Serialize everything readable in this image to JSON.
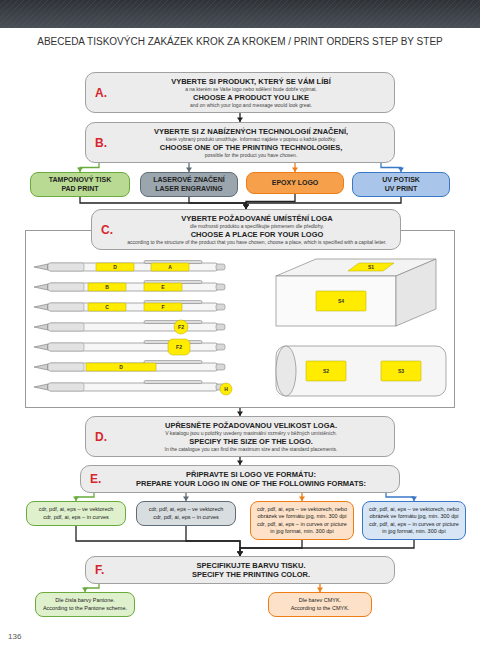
{
  "diagram": {
    "title": "ABECEDA TISKOVÝCH ZAKÁZEK KROK ZA KROKEM / PRINT ORDERS STEP BY STEP",
    "nodes": [
      {
        "text": [
          "A.",
          "VYBERTE SI PRODUKT, KTERÝ SE VÁM LÍBÍ",
          "a na kterém se Vaše logo nebo sdělení bude dobře vyjímat.",
          "CHOOSE A PRODUCT YOU LIKE",
          "and on which your logo and message would look great."
        ]
      },
      {
        "text": [
          "B.",
          "VYBERTE SI Z NABÍZENÝCH TECHNOLOGIÍ ZNAČENÍ,",
          "které vybraný produkt umožňuje. Informaci najdete v popisu u každé položky.",
          "CHOOSE ONE OF THE PRINTING TECHNOLOGIES,",
          "possible for the product you have chosen."
        ]
      },
      {
        "text": [
          "TAMPONOVÝ TISK",
          "PAD PRINT"
        ]
      },
      {
        "text": [
          "LASEROVÉ ZNAČENÍ",
          "LASER ENGRAVING"
        ]
      },
      {
        "text": [
          "EPOXY LOGO"
        ]
      },
      {
        "text": [
          "UV POTISK",
          "UV PRINT"
        ]
      },
      {
        "text": [
          "D",
          "A",
          "B",
          "E",
          "C",
          "F",
          "F2",
          "F2",
          "D",
          "H",
          "S1",
          "S4",
          "S2",
          "S3"
        ]
      },
      {
        "text": [
          "C.",
          "VYBERTE POŽADOVANÉ UMÍSTĚNÍ LOGA",
          "dle možností produktu a specifikujte písmenem dle předlohy.",
          "CHOOSE A PLACE FOR YOUR LOGO",
          "according to the structure of the product that you have chosen, choose a place, which is specified with a capital letter."
        ],
        "in": 6
      },
      {
        "text": [
          "D.",
          "UPŘESNĚTE POŽADOVANOU VELIKOST LOGA.",
          "V katalogu jsou u položky uvedeny maximální rozměry v běžných umístěních.",
          "SPECIFY THE SIZE OF THE LOGO.",
          "In the catalogue you can find the maximum size and the standard placements."
        ]
      },
      {
        "text": [
          "E.",
          "PŘIPRAVTE SI LOGO VE FORMÁTU:",
          "PREPARE YOUR LOGO IN ONE OF THE FOLLOWING FORMATS:"
        ]
      },
      {
        "text": [
          "cdr, pdf, ai, eps – ve vektorech",
          "cdr, pdf, ai, eps – in curves"
        ]
      },
      {
        "text": [
          "cdr, pdf, ai, eps – ve vektorech",
          "cdr, pdf, ai, eps – in curves"
        ]
      },
      {
        "text": [
          "cdr, pdf, ai, eps – ve vektorech, nebo obrázek ve formátu jpg, min. 300 dpi",
          "cdr, pdf, ai, eps – in curves or picture in jpg format, min. 300 dpi"
        ]
      },
      {
        "text": [
          "cdr, pdf, ai, eps – ve vektorech, nebo obrázek ve formátu jpg, min. 300 dpi",
          "cdr, pdf, ai, eps – in curves or picture in jpg format, min. 300 dpi"
        ]
      },
      {
        "text": [
          "F.",
          "SPECIFIKUJTE BARVU TISKU.",
          "SPECIFY THE PRINTING COLOR."
        ]
      },
      {
        "text": [
          "Dle čísla barvy Pantone.",
          "According to the Pantone scheme."
        ]
      },
      {
        "text": [
          "Dle barev CMYK.",
          "According to the CMYK."
        ]
      }
    ],
    "edges": [
      {
        "from": 0,
        "to": 1,
        "arrow": "to"
      },
      {
        "from": 1,
        "to": 2,
        "arrow": "to"
      },
      {
        "from": 1,
        "to": 3,
        "arrow": "to"
      },
      {
        "from": 1,
        "to": 4,
        "arrow": "to"
      },
      {
        "from": 1,
        "to": 5,
        "arrow": "to"
      },
      {
        "from": 2,
        "to": 7,
        "arrow": "to"
      },
      {
        "from": 3,
        "to": 7,
        "arrow": "to"
      },
      {
        "from": 4,
        "to": 7,
        "arrow": "to"
      },
      {
        "from": 5,
        "to": 7,
        "arrow": "to"
      },
      {
        "from": 6,
        "to": 8,
        "arrow": "to"
      },
      {
        "from": 8,
        "to": 9,
        "arrow": "to"
      },
      {
        "from": 9,
        "to": 10,
        "arrow": "to"
      },
      {
        "from": 9,
        "to": 11,
        "arrow": "to"
      },
      {
        "from": 9,
        "to": 12,
        "arrow": "to"
      },
      {
        "from": 9,
        "to": 13,
        "arrow": "to"
      },
      {
        "from": 10,
        "to": 14,
        "arrow": "to"
      },
      {
        "from": 11,
        "to": 14,
        "arrow": "to"
      },
      {
        "from": 12,
        "to": 14,
        "arrow": "to"
      },
      {
        "from": 13,
        "to": 14,
        "arrow": "to"
      },
      {
        "from": 14,
        "to": 15,
        "arrow": "to"
      },
      {
        "from": 14,
        "to": 16,
        "arrow": "to"
      }
    ],
    "labels": [
      "136"
    ]
  }
}
